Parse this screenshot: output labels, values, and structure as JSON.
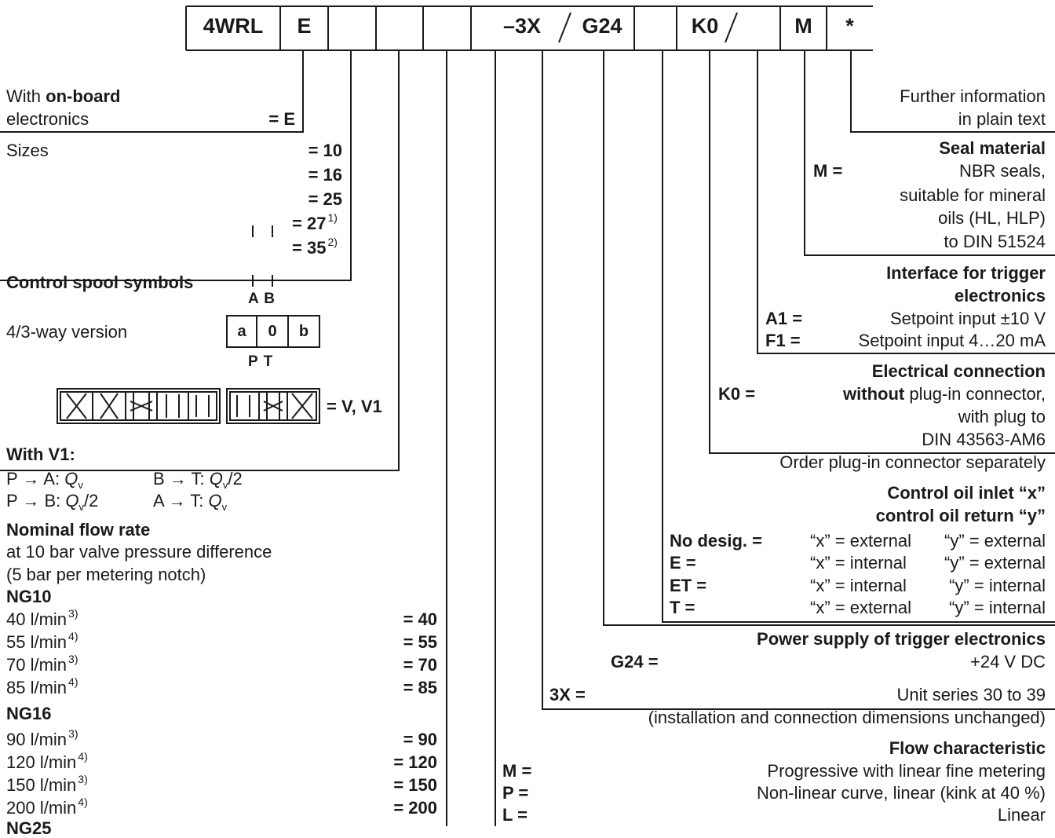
{
  "header": {
    "cells": [
      "4WRL",
      "E",
      "",
      "",
      "",
      "",
      "–3X",
      "G24",
      "",
      "K0",
      "",
      "M",
      "*"
    ]
  },
  "left": {
    "onboard": {
      "l1_a": "With ",
      "l1_b": "on-board",
      "l2": "electronics",
      "code": "= E"
    },
    "sizes": {
      "label": "Sizes",
      "codes": [
        "= 10",
        "= 16",
        "= 25",
        "= 27",
        "= 35"
      ],
      "notes": [
        "",
        "",
        "",
        "1)",
        "2)"
      ]
    },
    "spool": {
      "title": "Control spool symbols",
      "version": "4/3-way version",
      "top_ports": "A B",
      "bottom_ports": "P T",
      "cells": [
        "a",
        "0",
        "b"
      ],
      "code": "= V, V1"
    },
    "v1": {
      "title": "With V1:",
      "rows": [
        {
          "a": "P → A: ",
          "av": "Q",
          "asub": "v",
          "atail": "",
          "b": "B → T: ",
          "bv": "Q",
          "bsub": "v",
          "btail": "/2"
        },
        {
          "a": "P → B: ",
          "av": "Q",
          "asub": "v",
          "atail": "/2",
          "b": "A → T: ",
          "bv": "Q",
          "bsub": "v",
          "btail": ""
        }
      ]
    },
    "flow": {
      "title": "Nominal flow rate",
      "sub1": "at 10 bar valve pressure difference",
      "sub2": "(5 bar per metering notch)",
      "groups": [
        {
          "name": "NG10",
          "rows": [
            {
              "label": "40 l/min",
              "note": "3)",
              "code": "= 40"
            },
            {
              "label": "55 l/min",
              "note": "4)",
              "code": "= 55"
            },
            {
              "label": "70 l/min",
              "note": "3)",
              "code": "= 70"
            },
            {
              "label": "85 l/min",
              "note": "4)",
              "code": "= 85"
            }
          ]
        },
        {
          "name": "NG16",
          "rows": [
            {
              "label": "90 l/min",
              "note": "3)",
              "code": "= 90"
            },
            {
              "label": "120 l/min",
              "note": "4)",
              "code": "= 120"
            },
            {
              "label": "150 l/min",
              "note": "3)",
              "code": "= 150"
            },
            {
              "label": "200 l/min",
              "note": "4)",
              "code": "= 200"
            }
          ]
        }
      ],
      "next_group": "NG25"
    }
  },
  "right": {
    "further": {
      "l1": "Further information",
      "l2": "in plain text"
    },
    "seal": {
      "title": "Seal material",
      "code": "M =",
      "l1": "NBR seals,",
      "l2": "suitable for mineral",
      "l3": "oils (HL, HLP)",
      "l4": "to DIN 51524"
    },
    "interface": {
      "title1": "Interface for trigger",
      "title2": "electronics",
      "rows": [
        {
          "code": "A1 =",
          "text": "Setpoint input ±10 V"
        },
        {
          "code": "F1 =",
          "text": "Setpoint input 4…20 mA"
        }
      ]
    },
    "electrical": {
      "title": "Electrical connection",
      "code": "K0 =",
      "l1_b": "without",
      "l1_r": " plug-in connector,",
      "l2": "with plug to",
      "l3": "DIN 43563-AM6",
      "l4": "Order plug-in connector separately"
    },
    "control_oil": {
      "title1": "Control oil inlet “x”",
      "title2": "control oil return “y”",
      "rows": [
        {
          "code": "No desig. =",
          "x": "“x” = external",
          "y": "“y” = external"
        },
        {
          "code": "E =",
          "x": "“x” = internal",
          "y": "“y” = external"
        },
        {
          "code": "ET =",
          "x": "“x” = internal",
          "y": "“y” =  internal"
        },
        {
          "code": "T =",
          "x": "“x” = external",
          "y": "“y” =  internal"
        }
      ]
    },
    "power": {
      "title": "Power supply of trigger electronics",
      "code": "G24 =",
      "text": "+24 V DC"
    },
    "series": {
      "code": "3X =",
      "l1": "Unit series 30 to 39",
      "l2": "(installation and connection dimensions unchanged)"
    },
    "flowchar": {
      "title": "Flow characteristic",
      "rows": [
        {
          "code": "M =",
          "text": "Progressive with linear fine metering"
        },
        {
          "code": "P =",
          "text": "Non-linear curve, linear (kink at 40 %)"
        },
        {
          "code": "L =",
          "text": "Linear"
        }
      ]
    }
  }
}
